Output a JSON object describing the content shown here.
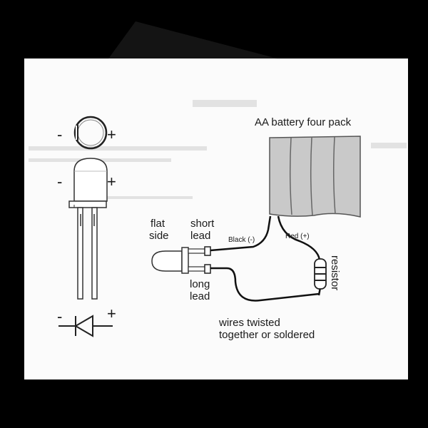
{
  "labels": {
    "pack": "AA battery four pack",
    "flat": "flat",
    "side": "side",
    "short": "short",
    "short_lead": "lead",
    "long": "long",
    "long_lead": "lead",
    "black": "Black (-)",
    "red": "Red (+)",
    "resistor": "resistor",
    "twisted_1": "wires twisted",
    "twisted_2": "together or soldered",
    "minus": "-",
    "plus": "+"
  },
  "colors": {
    "background": "#000000",
    "paper": "#fbfbfb",
    "ink": "#1a1a1a",
    "battery": "#c9c9c9"
  }
}
